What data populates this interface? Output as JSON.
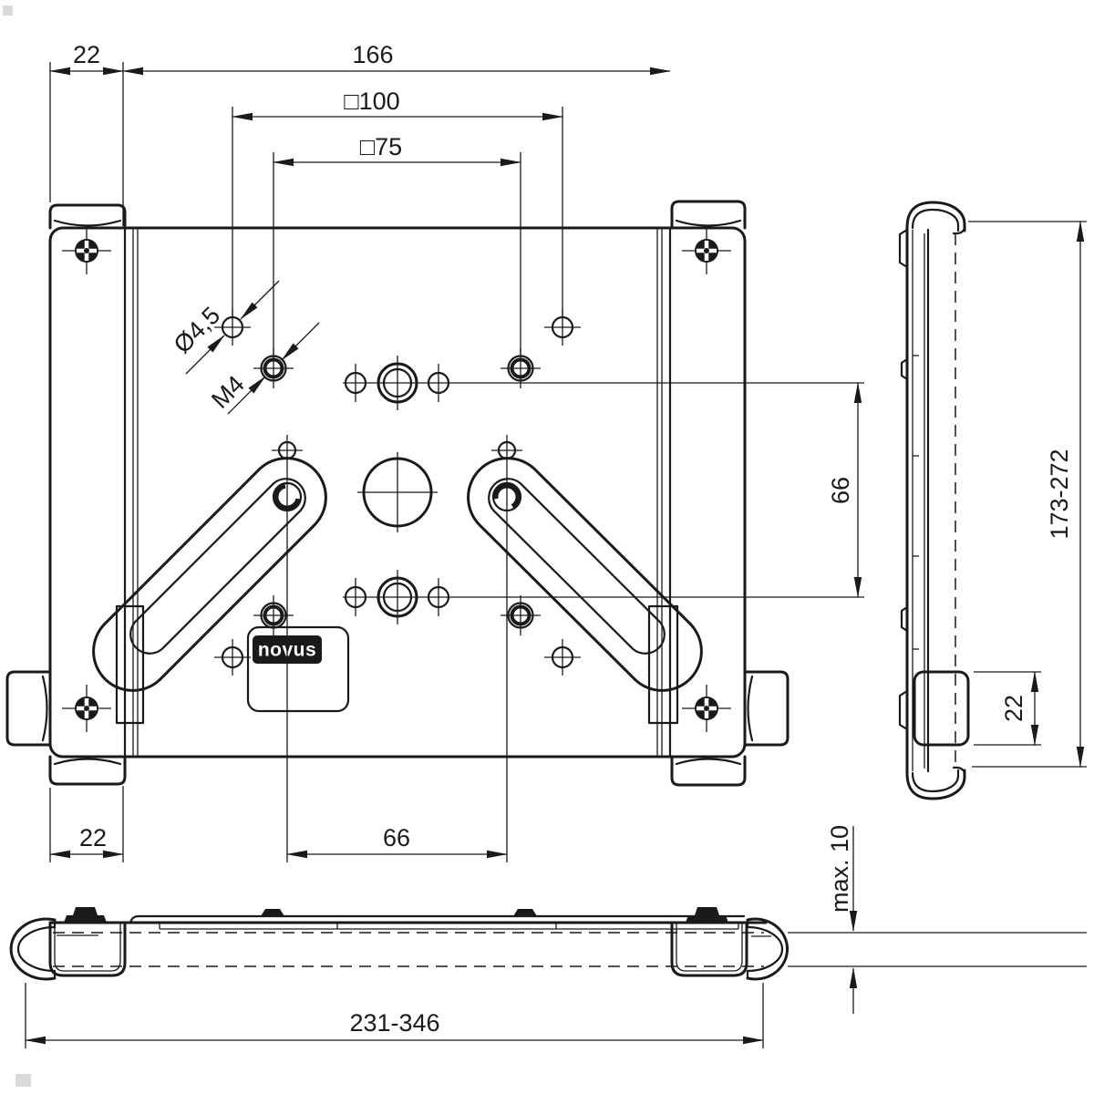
{
  "drawing": {
    "type": "technical-drawing",
    "colors": {
      "line": "#1a1a1a",
      "background": "#ffffff",
      "logo_bg": "#1a1a1a",
      "logo_text": "#ffffff",
      "watermark": "#c9c9c9"
    },
    "logo": {
      "brand": "novus"
    },
    "front_view": {
      "dims": {
        "edge_offset_top": "22",
        "mount_width": "166",
        "vesa_100": "□100",
        "vesa_75": "□75",
        "hole_diameter": "Ø4,5",
        "thread_size": "M4",
        "vesa_vertical_66": "66",
        "edge_offset_bottom": "22",
        "slot_spacing_66": "66"
      }
    },
    "side_view": {
      "dims": {
        "height_range": "173-272",
        "slider_height": "22"
      }
    },
    "bottom_view": {
      "dims": {
        "clamp_opening": "max. 10",
        "width_range": "231-346"
      }
    }
  }
}
